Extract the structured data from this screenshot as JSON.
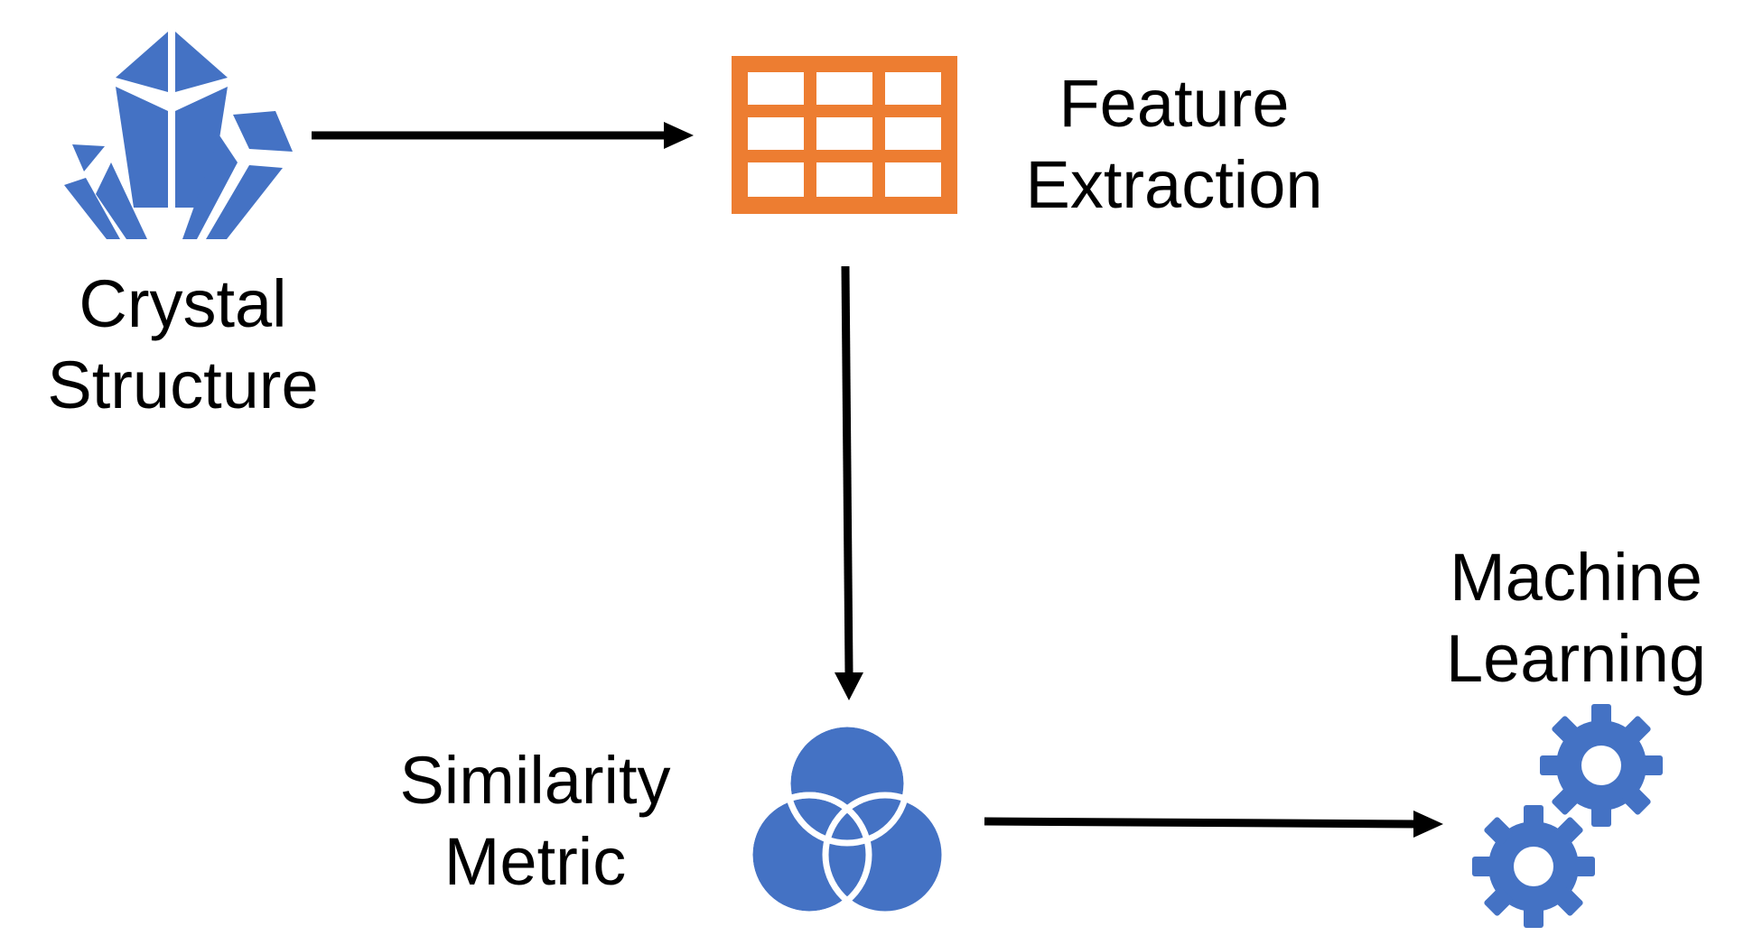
{
  "colors": {
    "blue": "#4472C4",
    "orange": "#ED7D31",
    "arrow": "#000000",
    "text": "#000000",
    "background": "#FFFFFF"
  },
  "nodes": {
    "crystal": {
      "icon": "crystal-icon",
      "label_line1": "Crystal",
      "label_line2": "Structure"
    },
    "feature": {
      "icon": "table-grid-icon",
      "label_line1": "Feature",
      "label_line2": "Extraction"
    },
    "similarity": {
      "icon": "venn-diagram-icon",
      "label_line1": "Similarity",
      "label_line2": "Metric"
    },
    "ml": {
      "icon": "gears-icon",
      "label_line1": "Machine",
      "label_line2": "Learning"
    }
  },
  "edges": [
    {
      "from": "crystal",
      "to": "feature"
    },
    {
      "from": "feature",
      "to": "similarity"
    },
    {
      "from": "similarity",
      "to": "ml"
    }
  ]
}
